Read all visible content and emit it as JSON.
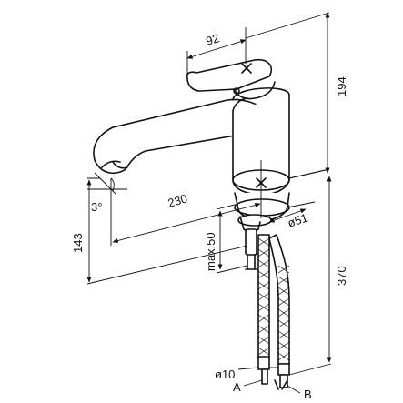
{
  "dimensions": {
    "handle_width": "92",
    "total_height": "194",
    "spout_reach": "230",
    "spout_angle": "3°",
    "spout_height": "143",
    "max_counter_thickness": "max.50",
    "body_diameter": "ø51",
    "hose_length": "370",
    "hose_diameter": "ø10"
  },
  "labels": {
    "hose_a": "A",
    "hose_b": "B"
  }
}
